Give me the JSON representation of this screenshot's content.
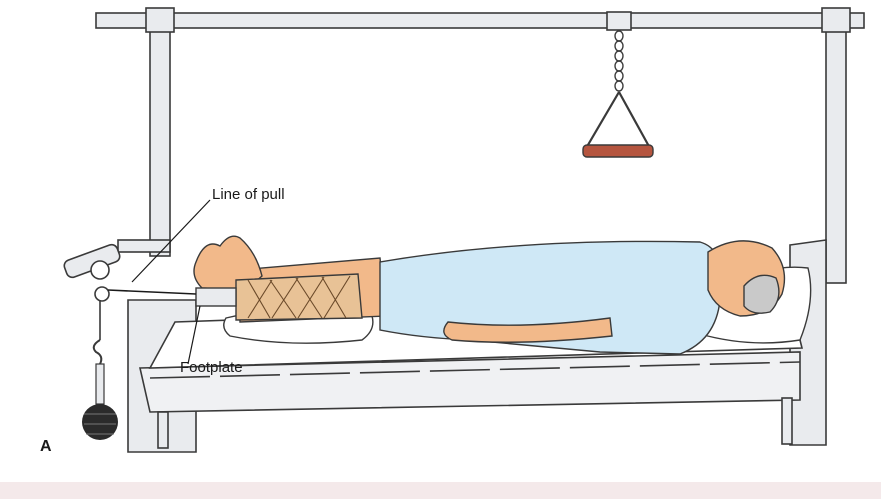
{
  "labels": {
    "line_of_pull": "Line of pull",
    "footplate": "Footplate",
    "figure_letter": "A"
  },
  "colors": {
    "frame": "#e9ebee",
    "outline": "#3a3a3a",
    "gown": "#cfe8f6",
    "skin": "#f2b98a",
    "bandage": "#e8c296",
    "handle": "#b5553f",
    "weight": "#2b2b2b",
    "sheet": "#ffffff",
    "bottom_band": "#f4e9ea"
  }
}
